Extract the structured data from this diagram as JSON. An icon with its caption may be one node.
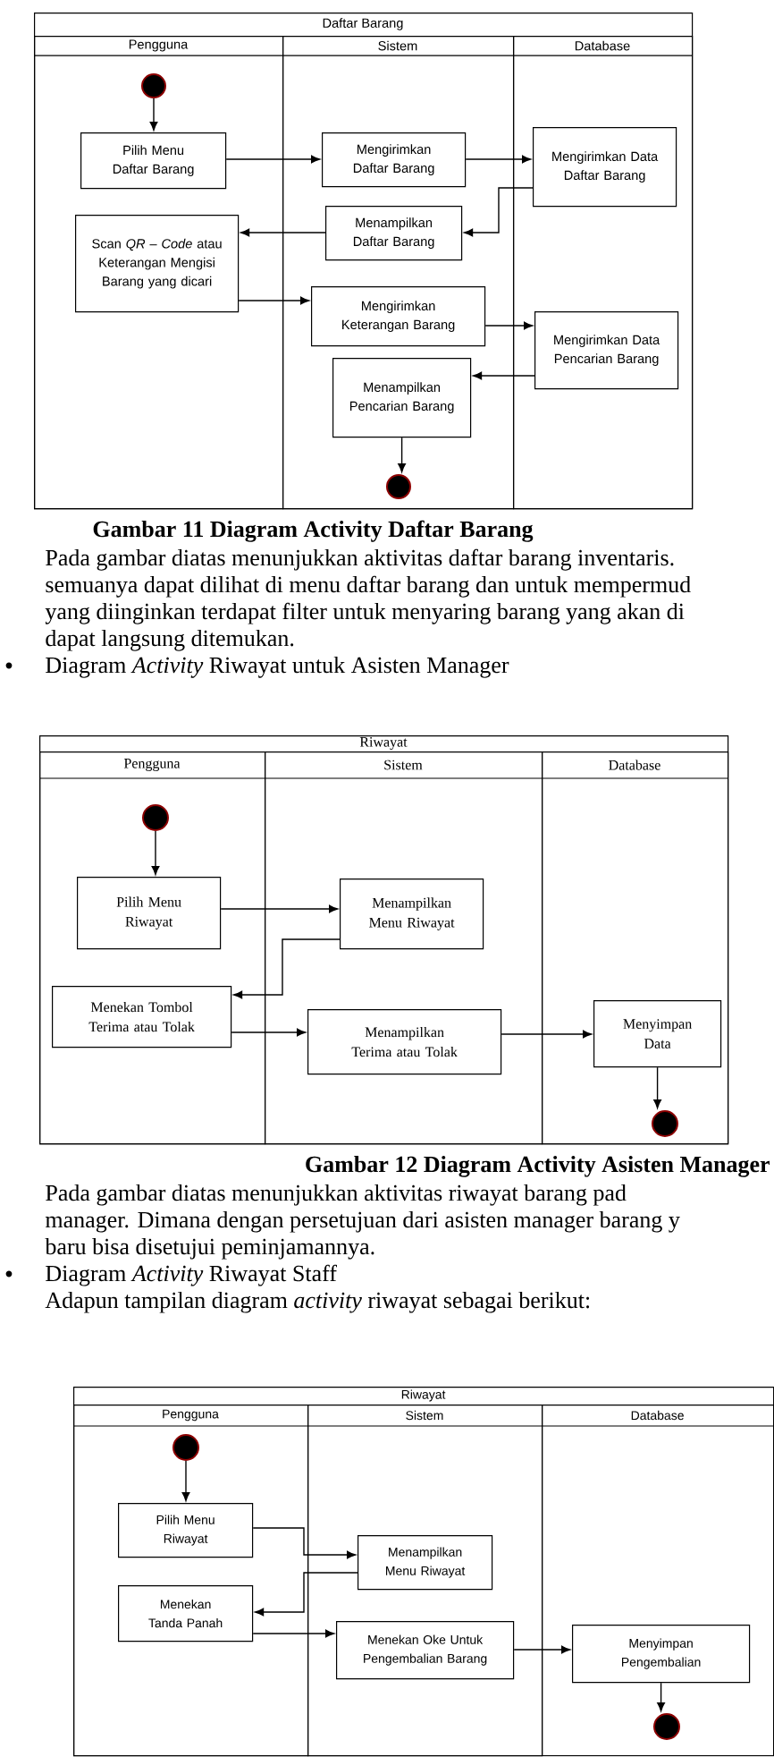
{
  "diagram": {
    "nodes": [
      {
        "text": [
          "Daftar Barang"
        ]
      },
      {
        "text": [
          "Pengguna"
        ],
        "in": 0
      },
      {
        "text": [
          "Sistem"
        ],
        "in": 0
      },
      {
        "text": [
          "Database"
        ],
        "in": 0
      },
      {
        "text": [],
        "shape": "circle",
        "in": 1
      },
      {
        "text": [
          "Pilih Menu Daftar Barang"
        ],
        "in": 1
      },
      {
        "text": [
          "Mengirimkan Daftar Barang"
        ],
        "in": 2
      },
      {
        "text": [
          "Mengirimkan Data Daftar Barang"
        ],
        "in": 3
      },
      {
        "text": [
          "Menampilkan Daftar Barang"
        ],
        "in": 2
      },
      {
        "text": [
          "Scan *QR* – *Code* atau Keterangan Mengisi Barang yang dicari"
        ],
        "in": 1
      },
      {
        "text": [
          "Mengirimkan Keterangan Barang"
        ],
        "in": 2
      },
      {
        "text": [
          "Mengirimkan Data Pencarian Barang"
        ],
        "in": 3
      },
      {
        "text": [
          "Menampilkan Pencarian Barang"
        ],
        "in": 2
      },
      {
        "text": [],
        "shape": "circle",
        "in": 2
      },
      {
        "text": [
          "Riwayat"
        ]
      },
      {
        "text": [
          "Pengguna"
        ],
        "in": 14
      },
      {
        "text": [
          "Sistem"
        ],
        "in": 14
      },
      {
        "text": [
          "Database"
        ],
        "in": 14
      },
      {
        "text": [],
        "shape": "circle",
        "in": 15
      },
      {
        "text": [
          "Pilih Menu Riwayat"
        ],
        "in": 15
      },
      {
        "text": [
          "Menampilkan Menu Riwayat"
        ],
        "in": 16
      },
      {
        "text": [
          "Menekan Tombol Terima atau Tolak"
        ],
        "in": 15
      },
      {
        "text": [
          "Menampilkan Terima atau Tolak"
        ],
        "in": 16
      },
      {
        "text": [
          "Menyimpan Data"
        ],
        "in": 17
      },
      {
        "text": [],
        "shape": "circle",
        "in": 17
      },
      {
        "text": [
          "Riwayat"
        ]
      },
      {
        "text": [
          "Pengguna"
        ],
        "in": 25
      },
      {
        "text": [
          "Sistem"
        ],
        "in": 25
      },
      {
        "text": [
          "Database"
        ],
        "in": 25
      },
      {
        "text": [],
        "shape": "circle",
        "in": 26
      },
      {
        "text": [
          "Pilih Menu Riwayat"
        ],
        "in": 26
      },
      {
        "text": [
          "Menampilkan Menu Riwayat"
        ],
        "in": 27
      },
      {
        "text": [
          "Menekan Tanda Panah"
        ],
        "in": 26
      },
      {
        "text": [
          "Menekan Oke Untuk Pengembalian Barang"
        ],
        "in": 27
      },
      {
        "text": [
          "Menyimpan Pengembalian"
        ],
        "in": 28
      },
      {
        "text": [],
        "shape": "circle",
        "in": 28
      }
    ],
    "edges": [
      {
        "from": 4,
        "to": 5,
        "arrow": "to"
      },
      {
        "from": 5,
        "to": 6,
        "arrow": "to"
      },
      {
        "from": 6,
        "to": 7,
        "arrow": "to"
      },
      {
        "from": 7,
        "to": 8,
        "arrow": "to"
      },
      {
        "from": 8,
        "to": 9,
        "arrow": "to"
      },
      {
        "from": 9,
        "to": 10,
        "arrow": "to"
      },
      {
        "from": 10,
        "to": 11,
        "arrow": "to"
      },
      {
        "from": 11,
        "to": 12,
        "arrow": "to"
      },
      {
        "from": 12,
        "to": 13,
        "arrow": "to"
      },
      {
        "from": 18,
        "to": 19,
        "arrow": "to"
      },
      {
        "from": 19,
        "to": 20,
        "arrow": "to"
      },
      {
        "from": 20,
        "to": 21,
        "arrow": "to"
      },
      {
        "from": 21,
        "to": 22,
        "arrow": "to"
      },
      {
        "from": 22,
        "to": 23,
        "arrow": "to"
      },
      {
        "from": 23,
        "to": 24,
        "arrow": "to"
      },
      {
        "from": 29,
        "to": 30,
        "arrow": "to"
      },
      {
        "from": 30,
        "to": 31,
        "arrow": "to"
      },
      {
        "from": 31,
        "to": 32,
        "arrow": "to"
      },
      {
        "from": 32,
        "to": 33,
        "arrow": "to"
      },
      {
        "from": 33,
        "to": 34,
        "arrow": "to"
      },
      {
        "from": 34,
        "to": 35,
        "arrow": "to"
      }
    ],
    "labels": [
      "Gambar 11 Diagram Activity Daftar Barang",
      "Pada gambar diatas menunjukkan aktivitas daftar barang inventaris.",
      "semuanya dapat dilihat di menu daftar barang dan untuk mempermud",
      "yang diinginkan terdapat filter untuk menyaring barang yang akan di",
      "dapat langsung ditemukan.",
      "Diagram *Activity* Riwayat untuk Asisten Manager",
      "Gambar 12 Diagram Activity Asisten Manager",
      "Pada gambar diatas menunjukkan aktivitas riwayat barang pad",
      "manager. Dimana dengan persetujuan dari asisten manager barang y",
      "baru bisa disetujui peminjamannya.",
      "Diagram *Activity* Riwayat Staff",
      "Adapun tampilan diagram *activity* riwayat sebagai berikut:"
    ]
  }
}
